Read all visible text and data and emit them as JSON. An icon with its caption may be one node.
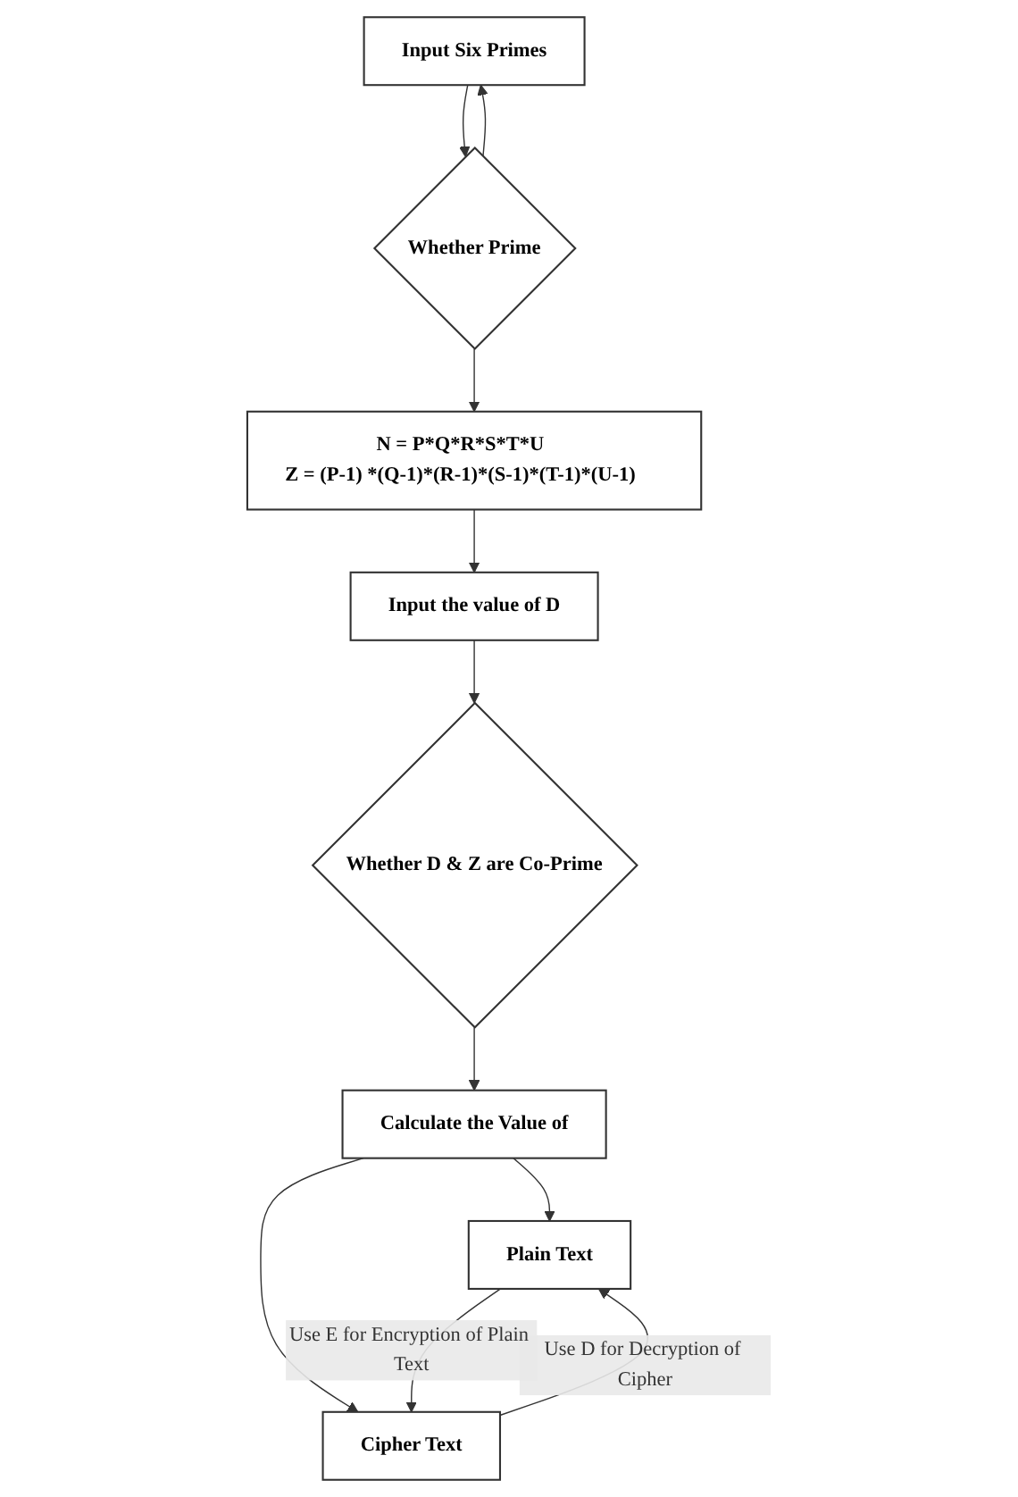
{
  "diagram": {
    "nodes": [
      {
        "text": [
          "Input Six Primes"
        ]
      },
      {
        "text": [
          "Whether Prime"
        ]
      },
      {
        "text": [
          "N = P*Q*R*S*T*U",
          "Z = (P-1) *(Q-1)*(R-1)*(S-1)*(T-1)*(U-1)"
        ]
      },
      {
        "text": [
          "Input the value of D"
        ]
      },
      {
        "text": [
          "Whether D & Z are Co-Prime"
        ]
      },
      {
        "text": [
          "Plain Text"
        ]
      },
      {
        "text": [
          "Calculate the Value of"
        ]
      },
      {
        "text": [
          "Cipher Text"
        ]
      }
    ],
    "edges": [
      {
        "from": 0,
        "to": 1,
        "arrow": "to"
      },
      {
        "from": 1,
        "to": 0,
        "arrow": "to"
      },
      {
        "from": 1,
        "to": 2,
        "arrow": "to"
      },
      {
        "from": 2,
        "to": 3,
        "arrow": "to"
      },
      {
        "from": 3,
        "to": 4,
        "arrow": "to"
      },
      {
        "from": 4,
        "to": 6,
        "arrow": "to"
      },
      {
        "from": 6,
        "to": 5,
        "arrow": "to"
      },
      {
        "from": 6,
        "to": 7,
        "arrow": "to"
      },
      {
        "from": 7,
        "to": 5,
        "arrow": "to",
        "label": "Use D for Decryption of Cipher"
      },
      {
        "from": 5,
        "to": 7,
        "arrow": "to",
        "label": "Use E for Encryption of Plain Text"
      }
    ]
  }
}
